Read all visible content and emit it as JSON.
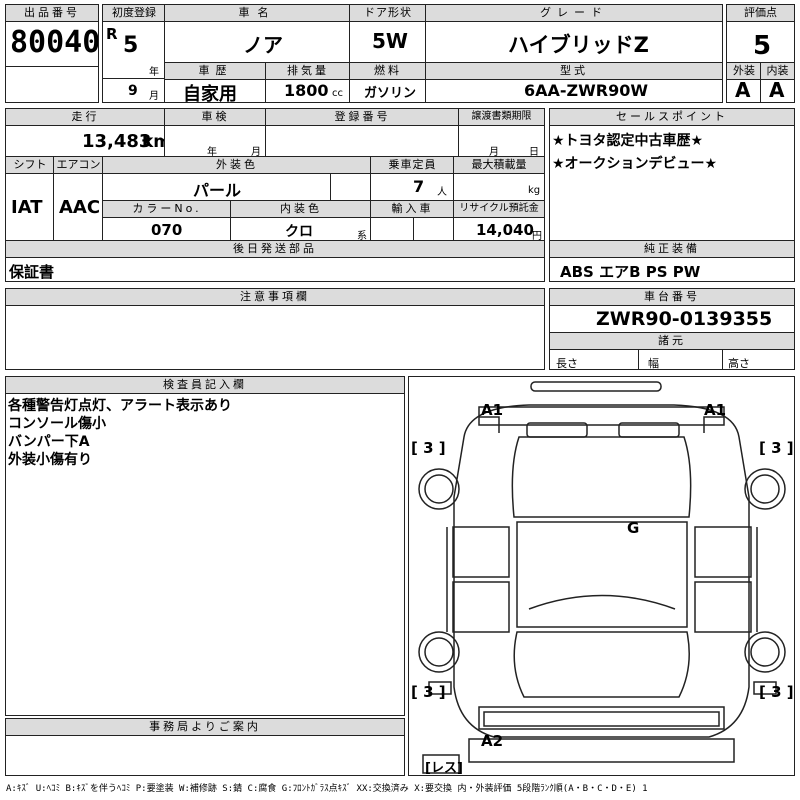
{
  "lot": {
    "label": "出品番号",
    "value": "80040"
  },
  "first_reg": {
    "label": "初度登録",
    "era": "R",
    "year": "5",
    "year_unit": "年",
    "month": "9",
    "month_unit": "月"
  },
  "car_name": {
    "label": "車名",
    "value": "ノア"
  },
  "door": {
    "label": "ドア形状",
    "value": "5W"
  },
  "grade": {
    "label": "グレード",
    "value": "ハイブリッドZ"
  },
  "score": {
    "label": "評価点",
    "value": "5",
    "ext_label": "外装",
    "ext_value": "A",
    "int_label": "内装",
    "int_value": "A"
  },
  "history": {
    "label": "車歴",
    "value": "自家用"
  },
  "displacement": {
    "label": "排気量",
    "value": "1800",
    "unit": "cc"
  },
  "fuel": {
    "label": "燃料",
    "value": "ガソリン"
  },
  "model": {
    "label": "型式",
    "value": "6AA-ZWR90W"
  },
  "mileage": {
    "label": "走行",
    "value": "13,483",
    "unit": "km"
  },
  "inspection": {
    "label": "車検",
    "year_unit": "年",
    "month_unit": "月"
  },
  "reg_no": {
    "label": "登録番号"
  },
  "deadline": {
    "label": "譲渡書類期限",
    "month_unit": "月",
    "day_unit": "日"
  },
  "sales_point": {
    "label": "セールスポイント",
    "lines": [
      "★トヨタ認定中古車歴★",
      "★オークションデビュー★"
    ]
  },
  "shift": {
    "label": "シフト",
    "value": "IAT"
  },
  "aircon": {
    "label": "エアコン",
    "value": "AAC"
  },
  "ext_color": {
    "label": "外装色",
    "value": "パール"
  },
  "capacity": {
    "label": "乗車定員",
    "value": "7",
    "unit": "人"
  },
  "max_load": {
    "label": "最大積載量",
    "unit": "kg"
  },
  "color_no": {
    "label": "カラーNo.",
    "value": "070"
  },
  "int_color": {
    "label": "内装色",
    "value": "クロ",
    "unit": "系"
  },
  "import": {
    "label": "輸入車"
  },
  "recycle": {
    "label": "リサイクル預託金",
    "value": "14,040",
    "unit": "円"
  },
  "later_parts": {
    "label": "後日発送部品",
    "value": "保証書"
  },
  "equipment": {
    "label": "純正装備",
    "value": "ABS エアB PS PW"
  },
  "notes": {
    "label": "注意事項欄"
  },
  "chassis": {
    "label": "車台番号",
    "value": "ZWR90-0139355"
  },
  "dims": {
    "label": "諸元",
    "length": "長さ",
    "width": "幅",
    "height": "高さ"
  },
  "inspector": {
    "label": "検査員記入欄",
    "lines": [
      "各種警告灯点灯、アラート表示あり",
      "コンソール傷小",
      "バンパー下A",
      "外装小傷有り"
    ]
  },
  "office": {
    "label": "事務局よりご案内"
  },
  "diagram": {
    "marks": {
      "a1_left": "A1",
      "a1_right": "A1",
      "g": "G",
      "a2": "A2",
      "tire_fl": "3",
      "tire_fr": "3",
      "tire_rl": "3",
      "tire_rr": "3",
      "spare": "レス"
    }
  },
  "legend": "A:ｷｽﾞ U:ﾍｺﾐ B:ｷｽﾞを伴うﾍｺﾐ P:要塗装 W:補修跡 S:錆 C:腐食 G:ﾌﾛﾝﾄｶﾞﾗｽ点ｷｽﾞ XX:交換済み X:要交換 内・外装評価 5段階ﾗﾝｸ順(A・B・C・D・E) 1"
}
